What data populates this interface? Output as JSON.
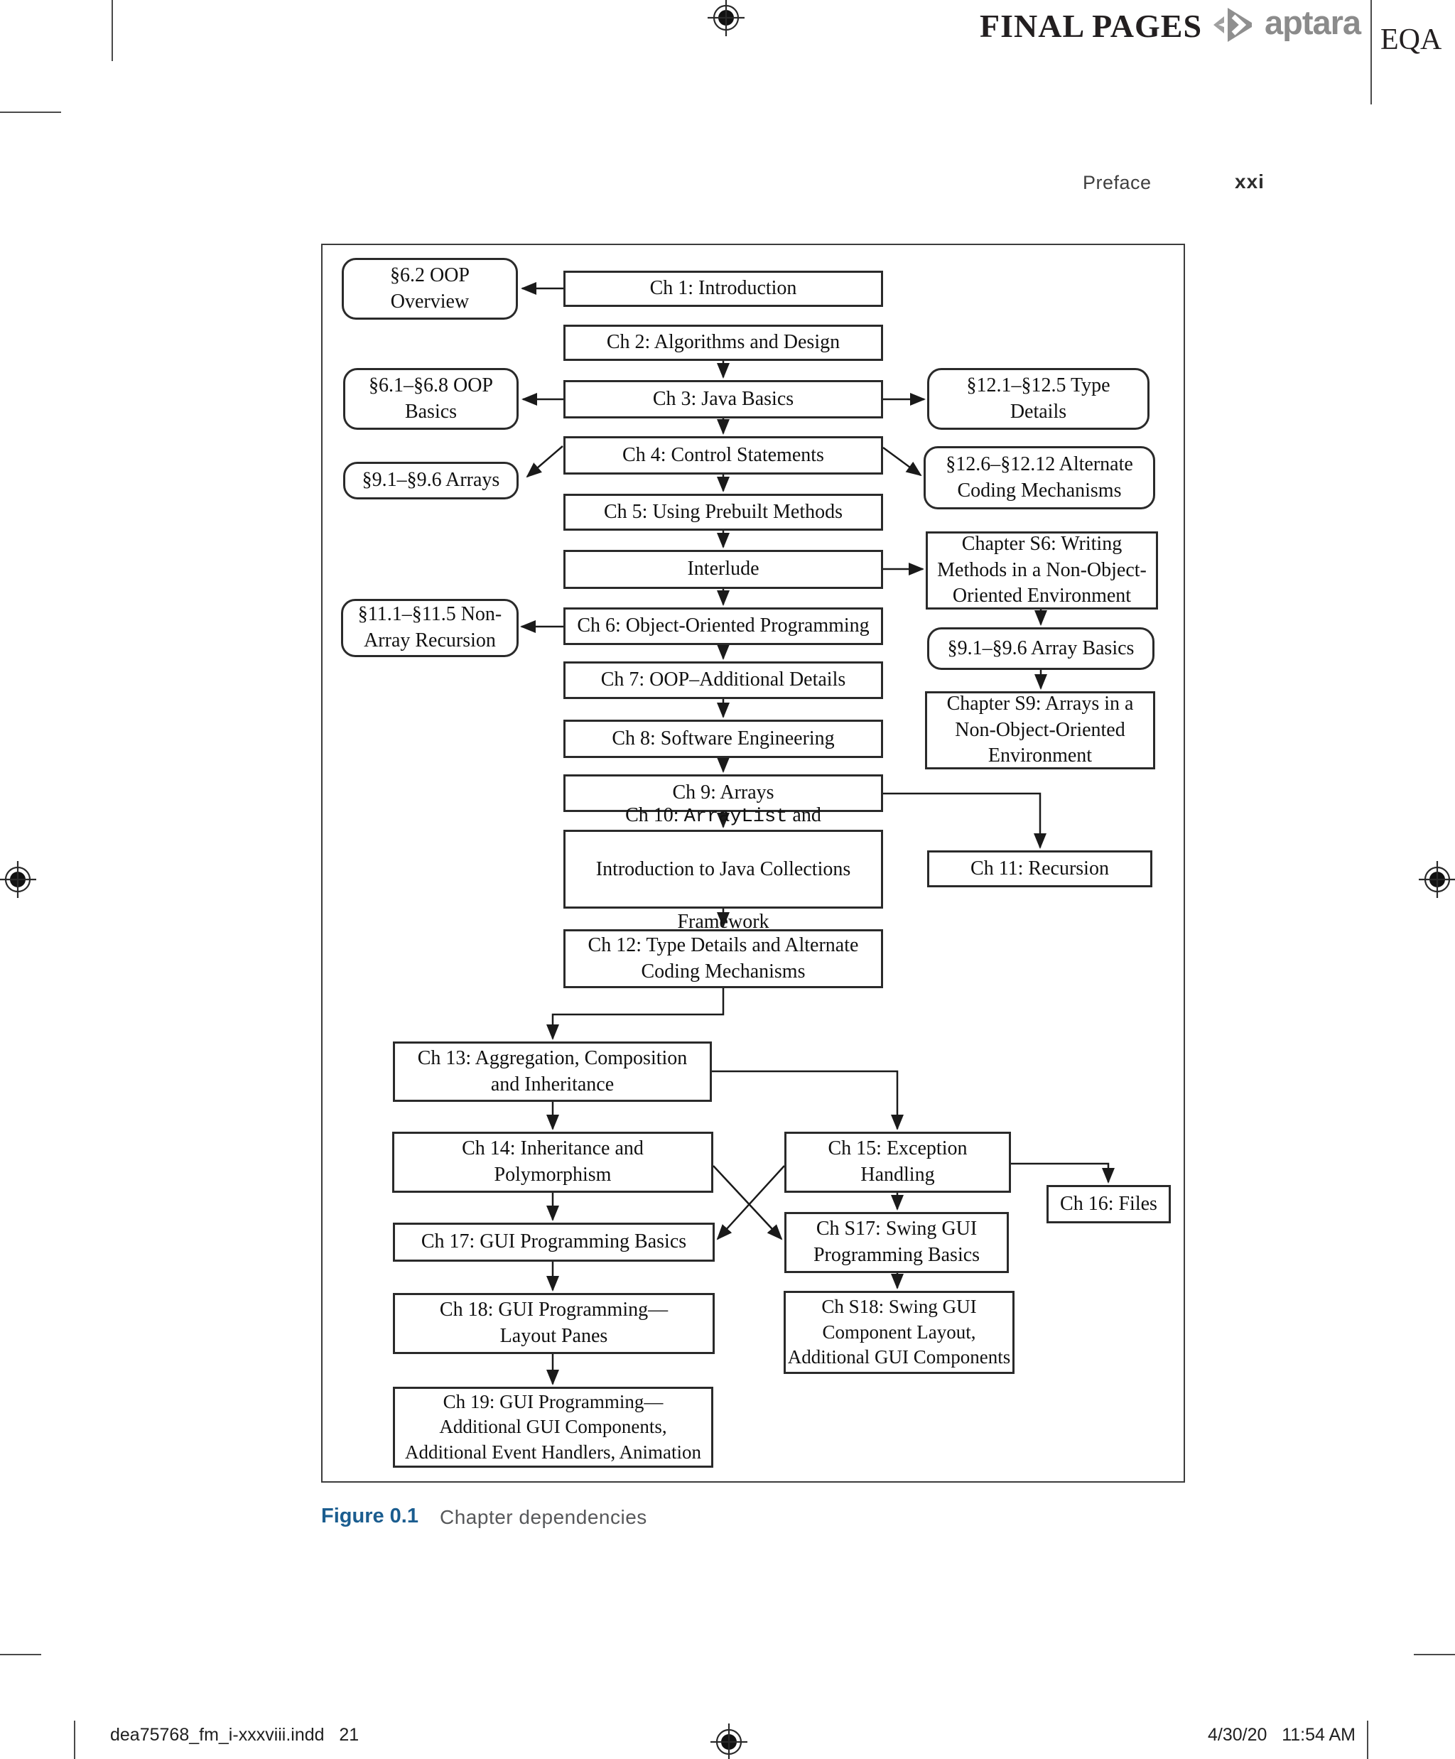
{
  "header": {
    "final_pages": "FINAL PAGES",
    "logo_text": "aptara",
    "eqa": "EQA"
  },
  "page_info": {
    "section": "Preface",
    "page_number": "xxi"
  },
  "figure": {
    "label": "Figure 0.1",
    "caption": "Chapter dependencies",
    "label_color": "#1b5d8f"
  },
  "footer": {
    "left": "dea75768_fm_i-xxxviii.indd   21",
    "right": "4/30/20   11:54 AM"
  },
  "diagram": {
    "boxes": {
      "s62": "§6.2 OOP\nOverview",
      "ch1": "Ch 1: Introduction",
      "ch2": "Ch 2: Algorithms and Design",
      "s61_68": "§6.1–§6.8 OOP\nBasics",
      "ch3": "Ch 3: Java Basics",
      "s121_125": "§12.1–§12.5 Type\nDetails",
      "ch4": "Ch 4: Control Statements",
      "s91_96_arrays": "§9.1–§9.6 Arrays",
      "s126_1212": "§12.6–§12.12 Alternate\nCoding Mechanisms",
      "ch5": "Ch 5: Using Prebuilt Methods",
      "interlude": "Interlude",
      "sS6": "Chapter S6: Writing\nMethods in a Non-Object-\nOriented Environment",
      "s111_115": "§11.1–§11.5 Non-\nArray Recursion",
      "ch6": "Ch 6: Object-Oriented Programming",
      "s91_96_basics": "§9.1–§9.6 Array Basics",
      "ch7": "Ch 7: OOP–Additional Details",
      "sS9": "Chapter S9: Arrays in a\nNon-Object-Oriented\nEnvironment",
      "ch8": "Ch 8: Software Engineering",
      "ch9": "Ch 9: Arrays",
      "ch10_pre": "Ch 10: ",
      "ch10_code": "ArrayList",
      "ch10_post": " and",
      "ch10_line2": "Introduction to Java Collections",
      "ch10_line3": "Framework",
      "ch11": "Ch 11: Recursion",
      "ch12": "Ch 12: Type Details and Alternate\nCoding Mechanisms",
      "ch13": "Ch 13: Aggregation, Composition\nand Inheritance",
      "ch14": "Ch 14: Inheritance and\nPolymorphism",
      "ch15": "Ch 15: Exception\nHandling",
      "ch16": "Ch 16: Files",
      "ch17": "Ch 17: GUI Programming Basics",
      "chS17": "Ch S17: Swing GUI\nProgramming Basics",
      "ch18": "Ch 18: GUI Programming—\nLayout Panes",
      "chS18": "Ch S18: Swing GUI\nComponent Layout,\nAdditional GUI Components",
      "ch19": "Ch 19: GUI Programming—\nAdditional GUI Components,\nAdditional Event Handlers, Animation"
    }
  }
}
